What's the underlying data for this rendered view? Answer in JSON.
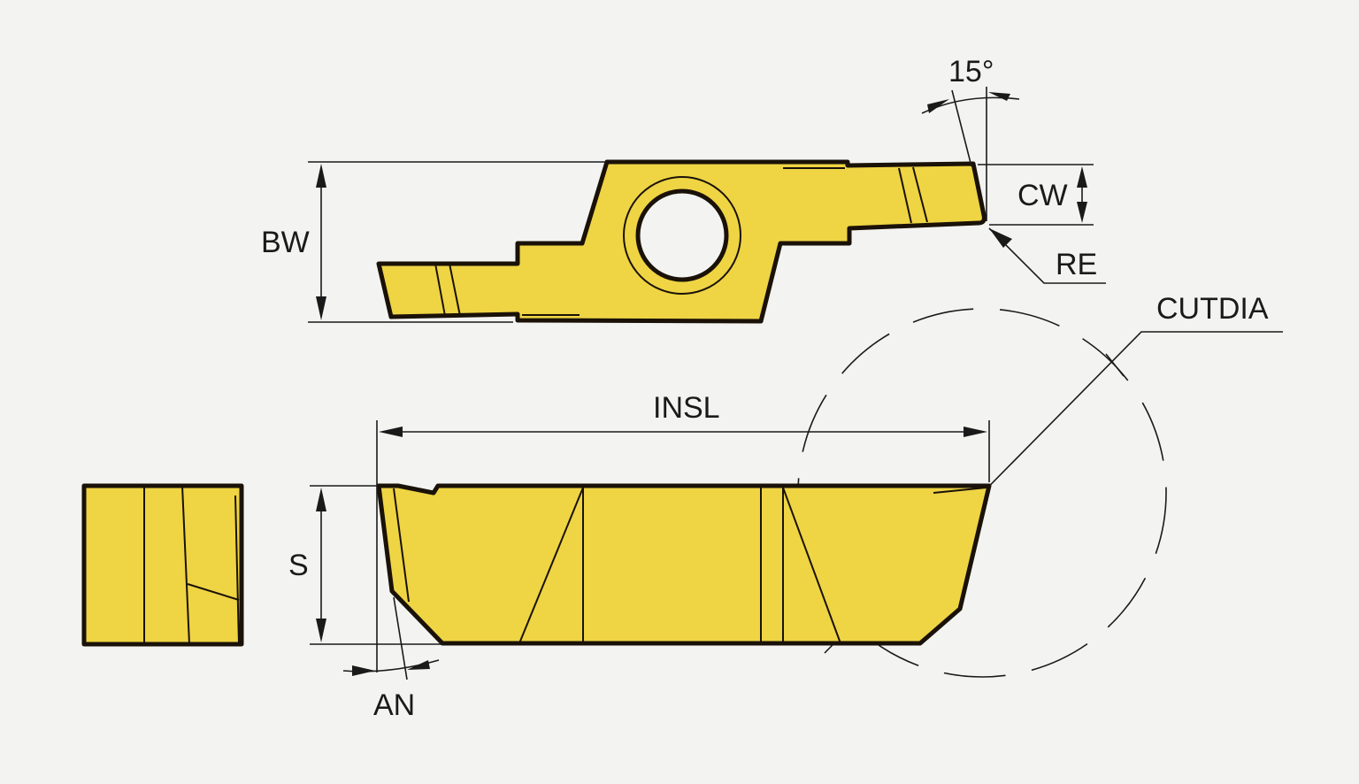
{
  "labels": {
    "angle": "15°",
    "cw": "CW",
    "re": "RE",
    "bw": "BW",
    "cutdia": "CUTDIA",
    "insl": "INSL",
    "s": "S",
    "an": "AN"
  },
  "colors": {
    "insert": "#efd444",
    "background": "#f3f3f1"
  }
}
